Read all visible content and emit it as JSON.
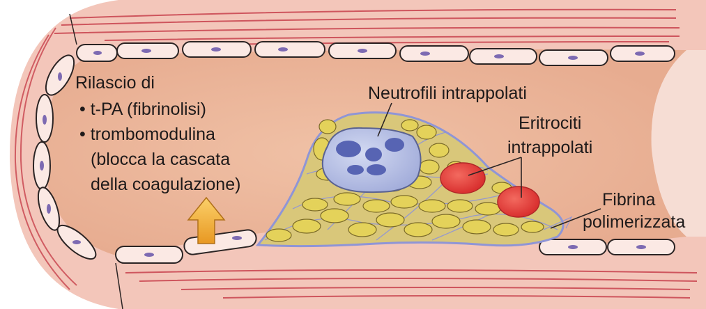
{
  "labels": {
    "release_title": "Rilascio di",
    "bullet_tpa": "• t-PA (fibrinolisi)",
    "bullet_thrombomodulin": "• trombomodulina",
    "block_line1": "(blocca la cascata",
    "block_line2": "della coagulazione)",
    "neutrophils": "Neutrofili intrappolati",
    "erythrocytes_line1": "Eritrociti",
    "erythrocytes_line2": "intrappolati",
    "fibrin_line1": "Fibrina",
    "fibrin_line2": "polimerizzata"
  },
  "colors": {
    "lumen": "#ecb79b",
    "wall": "#f3c6ba",
    "wall_line": "#c8424d",
    "endothelial_cell": "#fbe9e4",
    "nucleus": "#7d6ab2",
    "platelet": "#e4d25a",
    "fibrin_mesh": "#8f95d6",
    "neutrophil": "#b6bfe4",
    "neutrophil_nucleus": "#5764b3",
    "erythrocyte": "#e9403f",
    "arrow": "#f4b23a",
    "text": "#1e1a1a"
  }
}
